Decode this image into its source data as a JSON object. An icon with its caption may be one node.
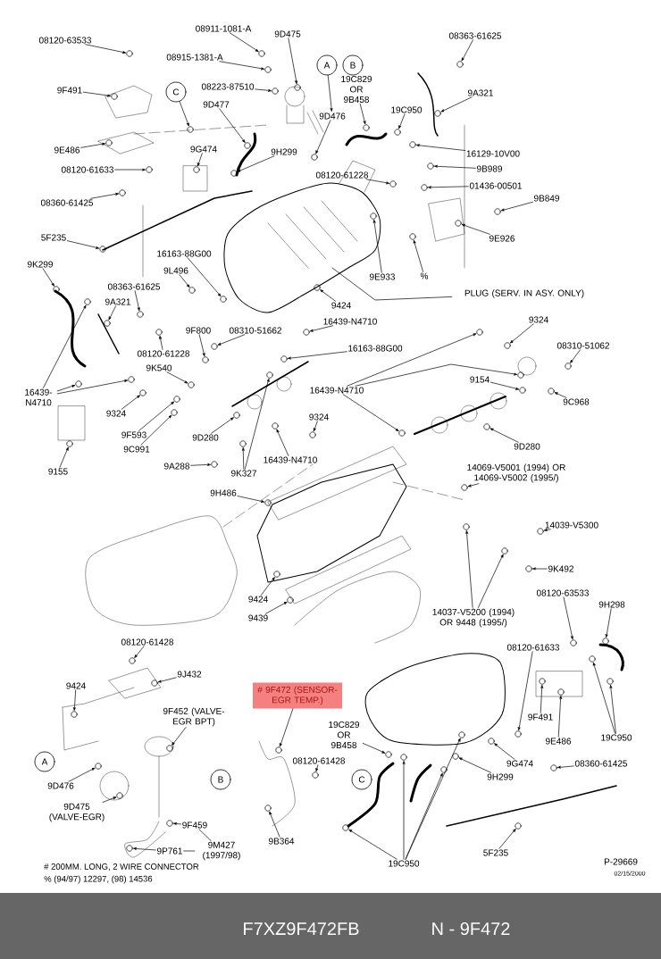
{
  "diagram": {
    "nodes": [
      {
        "text": [
          "08120-63533"
        ]
      },
      {
        "text": [
          "08911-1081-A"
        ]
      },
      {
        "text": [
          "9D475"
        ]
      },
      {
        "text": [
          "08915-1381-A"
        ]
      },
      {
        "text": [
          "08223-87510"
        ]
      },
      {
        "text": [
          "A"
        ]
      },
      {
        "text": [
          "B"
        ]
      },
      {
        "text": [
          "08363-61625"
        ]
      },
      {
        "text": [
          "9F491"
        ]
      },
      {
        "text": [
          "C"
        ]
      },
      {
        "text": [
          "9D477"
        ]
      },
      {
        "text": [
          "19C829 OR 9B458"
        ]
      },
      {
        "text": [
          "9A321"
        ]
      },
      {
        "text": [
          "9D476"
        ]
      },
      {
        "text": [
          "19C950"
        ]
      },
      {
        "text": [
          "9E486"
        ]
      },
      {
        "text": [
          "9G474"
        ]
      },
      {
        "text": [
          "9H299"
        ]
      },
      {
        "text": [
          "16129-10V00"
        ]
      },
      {
        "text": [
          "08120-61633"
        ]
      },
      {
        "text": [
          "9B989"
        ]
      },
      {
        "text": [
          "08120-61228"
        ]
      },
      {
        "text": [
          "01436-00501"
        ]
      },
      {
        "text": [
          "9B849"
        ]
      },
      {
        "text": [
          "08360-61425"
        ]
      },
      {
        "text": [
          "9E926"
        ]
      },
      {
        "text": [
          "5F235"
        ]
      },
      {
        "text": [
          "16163-88G00"
        ]
      },
      {
        "text": [
          "9K299"
        ]
      },
      {
        "text": [
          "9L496"
        ]
      },
      {
        "text": [
          "9E933"
        ]
      },
      {
        "text": [
          "%"
        ]
      },
      {
        "text": [
          "08363-61625"
        ]
      },
      {
        "text": [
          "PLUG (SERV. IN ASY. ONLY)"
        ]
      },
      {
        "text": [
          "9424"
        ]
      },
      {
        "text": [
          "9A321"
        ]
      },
      {
        "text": [
          "16439-N4710"
        ]
      },
      {
        "text": [
          "9324"
        ]
      },
      {
        "text": [
          "9F800"
        ]
      },
      {
        "text": [
          "08310-51662"
        ]
      },
      {
        "text": [
          "08310-51062"
        ]
      },
      {
        "text": [
          "16163-88G00"
        ]
      },
      {
        "text": [
          "08120-61228"
        ]
      },
      {
        "text": [
          "9K540"
        ]
      },
      {
        "text": [
          "9154"
        ]
      },
      {
        "text": [
          "16439- N4710"
        ]
      },
      {
        "text": [
          "16439-N4710"
        ]
      },
      {
        "text": [
          "9C968"
        ]
      },
      {
        "text": [
          "9324"
        ]
      },
      {
        "text": [
          "9324"
        ]
      },
      {
        "text": [
          "9F593"
        ]
      },
      {
        "text": [
          "9D280"
        ]
      },
      {
        "text": [
          "9D280"
        ]
      },
      {
        "text": [
          "9C991"
        ]
      },
      {
        "text": [
          "16439-N4710"
        ]
      },
      {
        "text": [
          "9A288"
        ]
      },
      {
        "text": [
          "9155"
        ]
      },
      {
        "text": [
          "9K327"
        ]
      },
      {
        "text": [
          "14069-V5001 (1994) OR 14069-V5002 (1995/)"
        ]
      },
      {
        "text": [
          "9H486"
        ]
      },
      {
        "text": [
          "14039-V5300"
        ]
      },
      {
        "text": [
          "9K492"
        ]
      },
      {
        "text": [
          "08120-63533"
        ]
      },
      {
        "text": [
          "9424"
        ]
      },
      {
        "text": [
          "9H298"
        ]
      },
      {
        "text": [
          "14037-V5200 (1994) OR 9448 (1995/)"
        ]
      },
      {
        "text": [
          "9439"
        ]
      },
      {
        "text": [
          "08120-61428"
        ]
      },
      {
        "text": [
          "08120-61633"
        ]
      },
      {
        "text": [
          "9J432"
        ]
      },
      {
        "text": [
          "9424"
        ]
      },
      {
        "text": [
          "# 9F472 (SENSOR-EGR TEMP.)"
        ]
      },
      {
        "text": [
          "9F452 (VALVE-EGR BPT)"
        ]
      },
      {
        "text": [
          "9F491"
        ]
      },
      {
        "text": [
          "19C950"
        ]
      },
      {
        "text": [
          "19C829 OR 9B458"
        ]
      },
      {
        "text": [
          "9E486"
        ]
      },
      {
        "text": [
          "A"
        ]
      },
      {
        "text": [
          "08120-61428"
        ]
      },
      {
        "text": [
          "08360-61425"
        ]
      },
      {
        "text": [
          "9G474"
        ]
      },
      {
        "text": [
          "9H299"
        ]
      },
      {
        "text": [
          "B"
        ]
      },
      {
        "text": [
          "C"
        ]
      },
      {
        "text": [
          "9D476"
        ]
      },
      {
        "text": [
          "9D475 (VALVE-EGR)"
        ]
      },
      {
        "text": [
          "9F459"
        ]
      },
      {
        "text": [
          "9B364"
        ]
      },
      {
        "text": [
          "9P761"
        ]
      },
      {
        "text": [
          "9M427 (1997/98)"
        ]
      },
      {
        "text": [
          "5F235"
        ]
      },
      {
        "text": [
          "19C950"
        ]
      },
      {
        "text": [],
        "shape": "circle"
      },
      {
        "text": [],
        "shape": "circle"
      },
      {
        "text": [],
        "shape": "circle"
      },
      {
        "text": [],
        "shape": "circle"
      },
      {
        "text": [],
        "shape": "circle"
      },
      {
        "text": [],
        "shape": "circle"
      },
      {
        "text": [],
        "shape": "circle"
      },
      {
        "text": [],
        "shape": "circle"
      },
      {
        "text": [],
        "shape": "circle"
      },
      {
        "text": [],
        "shape": "circle"
      },
      {
        "text": [],
        "shape": "circle"
      },
      {
        "text": [],
        "shape": "circle"
      },
      {
        "text": [],
        "shape": "circle"
      },
      {
        "text": [],
        "shape": "circle"
      },
      {
        "text": [],
        "shape": "circle"
      },
      {
        "text": [],
        "shape": "circle"
      },
      {
        "text": [],
        "shape": "circle"
      },
      {
        "text": [],
        "shape": "circle"
      },
      {
        "text": [],
        "shape": "circle"
      },
      {
        "text": [],
        "shape": "circle"
      },
      {
        "text": [],
        "shape": "circle"
      },
      {
        "text": [],
        "shape": "circle"
      },
      {
        "text": [],
        "shape": "circle"
      },
      {
        "text": [],
        "shape": "circle"
      },
      {
        "text": [],
        "shape": "circle"
      },
      {
        "text": [],
        "shape": "circle"
      },
      {
        "text": [],
        "shape": "circle"
      },
      {
        "text": [],
        "shape": "circle"
      },
      {
        "text": [],
        "shape": "circle"
      },
      {
        "text": [],
        "shape": "circle"
      },
      {
        "text": [],
        "shape": "circle"
      },
      {
        "text": [],
        "shape": "circle"
      },
      {
        "text": [],
        "shape": "circle"
      },
      {
        "text": [],
        "shape": "circle"
      },
      {
        "text": [],
        "shape": "circle"
      },
      {
        "text": [],
        "shape": "circle"
      },
      {
        "text": [],
        "shape": "circle"
      },
      {
        "text": [],
        "shape": "circle"
      },
      {
        "text": [],
        "shape": "circle"
      },
      {
        "text": [],
        "shape": "circle"
      },
      {
        "text": [],
        "shape": "circle"
      },
      {
        "text": [],
        "shape": "circle"
      },
      {
        "text": [],
        "shape": "circle"
      },
      {
        "text": [],
        "shape": "circle"
      },
      {
        "text": [],
        "shape": "circle"
      },
      {
        "text": [],
        "shape": "circle"
      },
      {
        "text": [],
        "shape": "circle"
      },
      {
        "text": [],
        "shape": "circle"
      },
      {
        "text": [],
        "shape": "circle"
      },
      {
        "text": [],
        "shape": "circle"
      },
      {
        "text": [],
        "shape": "circle"
      },
      {
        "text": [],
        "shape": "circle"
      },
      {
        "text": [],
        "shape": "circle"
      },
      {
        "text": [],
        "shape": "circle"
      },
      {
        "text": [],
        "shape": "circle"
      },
      {
        "text": [],
        "shape": "circle"
      },
      {
        "text": [],
        "shape": "circle"
      },
      {
        "text": [],
        "shape": "circle"
      },
      {
        "text": [],
        "shape": "circle"
      },
      {
        "text": [],
        "shape": "circle"
      },
      {
        "text": [],
        "shape": "circle"
      },
      {
        "text": [],
        "shape": "circle"
      },
      {
        "text": [],
        "shape": "circle"
      },
      {
        "text": [],
        "shape": "circle"
      },
      {
        "text": [],
        "shape": "circle"
      },
      {
        "text": [],
        "shape": "circle"
      },
      {
        "text": [],
        "shape": "circle"
      },
      {
        "text": [],
        "shape": "circle"
      },
      {
        "text": [],
        "shape": "circle"
      },
      {
        "text": [],
        "shape": "circle"
      },
      {
        "text": [],
        "shape": "circle"
      },
      {
        "text": [],
        "shape": "circle"
      },
      {
        "text": [],
        "shape": "circle"
      },
      {
        "text": [],
        "shape": "circle"
      },
      {
        "text": [],
        "shape": "circle"
      },
      {
        "text": [],
        "shape": "circle"
      },
      {
        "text": [],
        "shape": "circle"
      },
      {
        "text": [],
        "shape": "circle"
      },
      {
        "text": [],
        "shape": "circle"
      },
      {
        "text": [],
        "shape": "circle"
      },
      {
        "text": [],
        "shape": "circle"
      },
      {
        "text": [],
        "shape": "circle"
      },
      {
        "text": [],
        "shape": "circle"
      },
      {
        "text": [],
        "shape": "circle"
      },
      {
        "text": [],
        "shape": "circle"
      },
      {
        "text": [],
        "shape": "circle"
      },
      {
        "text": [],
        "shape": "circle"
      },
      {
        "text": [],
        "shape": "circle"
      },
      {
        "text": [],
        "shape": "circle"
      },
      {
        "text": [],
        "shape": "circle"
      },
      {
        "text": [],
        "shape": "circle"
      },
      {
        "text": [],
        "shape": "circle"
      },
      {
        "text": [],
        "shape": "circle"
      },
      {
        "text": [],
        "shape": "circle"
      },
      {
        "text": [],
        "shape": "circle"
      }
    ],
    "edges": [
      {
        "from": 0,
        "to": 92,
        "arrow": "to"
      },
      {
        "from": 1,
        "to": 93,
        "arrow": "to"
      },
      {
        "from": 2,
        "to": 94,
        "arrow": "to"
      },
      {
        "from": 3,
        "to": 95,
        "arrow": "to"
      },
      {
        "from": 4,
        "to": 96,
        "arrow": "to"
      },
      {
        "from": 5,
        "to": 13,
        "arrow": "to"
      },
      {
        "from": 7,
        "to": 97,
        "arrow": "to"
      },
      {
        "from": 8,
        "to": 98,
        "arrow": "to"
      },
      {
        "from": 9,
        "to": 99,
        "arrow": "to"
      },
      {
        "from": 10,
        "to": 100,
        "arrow": "to"
      },
      {
        "from": 11,
        "to": 101,
        "arrow": "to"
      },
      {
        "from": 12,
        "to": 102,
        "arrow": "to"
      },
      {
        "from": 13,
        "to": 103,
        "arrow": "to"
      },
      {
        "from": 14,
        "to": 104,
        "arrow": "to"
      },
      {
        "from": 15,
        "to": 105,
        "arrow": "to"
      },
      {
        "from": 16,
        "to": 106,
        "arrow": "to"
      },
      {
        "from": 17,
        "to": 107,
        "arrow": "to"
      },
      {
        "from": 18,
        "to": 108,
        "arrow": "to"
      },
      {
        "from": 19,
        "to": 109,
        "arrow": "to"
      },
      {
        "from": 20,
        "to": 110,
        "arrow": "to"
      },
      {
        "from": 21,
        "to": 111,
        "arrow": "to"
      },
      {
        "from": 22,
        "to": 112,
        "arrow": "to"
      },
      {
        "from": 23,
        "to": 113,
        "arrow": "to"
      },
      {
        "from": 24,
        "to": 114,
        "arrow": "to"
      },
      {
        "from": 25,
        "to": 115,
        "arrow": "to"
      },
      {
        "from": 26,
        "to": 116,
        "arrow": "to"
      },
      {
        "from": 27,
        "to": 117,
        "arrow": "to"
      },
      {
        "from": 28,
        "to": 118,
        "arrow": "to"
      },
      {
        "from": 29,
        "to": 119,
        "arrow": "to"
      },
      {
        "from": 30,
        "to": 120,
        "arrow": "to"
      },
      {
        "from": 31,
        "to": 121,
        "arrow": "to"
      },
      {
        "from": 32,
        "to": 122,
        "arrow": "to"
      },
      {
        "from": 33,
        "to": null,
        "arrow": "none"
      },
      {
        "from": 34,
        "to": 123,
        "arrow": "to"
      },
      {
        "from": 35,
        "to": 124,
        "arrow": "to"
      },
      {
        "from": 36,
        "to": 125,
        "arrow": "to"
      },
      {
        "from": 37,
        "to": 126,
        "arrow": "to"
      },
      {
        "from": 38,
        "to": 127,
        "arrow": "to"
      },
      {
        "from": 39,
        "to": 128,
        "arrow": "to"
      },
      {
        "from": 40,
        "to": 129,
        "arrow": "to"
      },
      {
        "from": 41,
        "to": 130,
        "arrow": "to"
      },
      {
        "from": 42,
        "to": 131,
        "arrow": "to"
      },
      {
        "from": 43,
        "to": 132,
        "arrow": "to"
      },
      {
        "from": 44,
        "to": 133,
        "arrow": "to"
      },
      {
        "from": 45,
        "to": 134,
        "arrow": "to"
      },
      {
        "from": 45,
        "to": 135,
        "arrow": "to"
      },
      {
        "from": 45,
        "to": 136,
        "arrow": "to"
      },
      {
        "from": 46,
        "to": 137,
        "arrow": "to"
      },
      {
        "from": 46,
        "to": 138,
        "arrow": "to"
      },
      {
        "from": 46,
        "to": 139,
        "arrow": "to"
      },
      {
        "from": 47,
        "to": 140,
        "arrow": "to"
      },
      {
        "from": 48,
        "to": 141,
        "arrow": "to"
      },
      {
        "from": 49,
        "to": 142,
        "arrow": "to"
      },
      {
        "from": 50,
        "to": 143,
        "arrow": "to"
      },
      {
        "from": 51,
        "to": 144,
        "arrow": "to"
      },
      {
        "from": 52,
        "to": 145,
        "arrow": "to"
      },
      {
        "from": 53,
        "to": 146,
        "arrow": "to"
      },
      {
        "from": 54,
        "to": 147,
        "arrow": "to"
      },
      {
        "from": 55,
        "to": 148,
        "arrow": "to"
      },
      {
        "from": 56,
        "to": 149,
        "arrow": "to"
      },
      {
        "from": 57,
        "to": 150,
        "arrow": "to"
      },
      {
        "from": 57,
        "to": 151,
        "arrow": "to"
      },
      {
        "from": 58,
        "to": 152,
        "arrow": "to"
      },
      {
        "from": 59,
        "to": 153,
        "arrow": "to"
      },
      {
        "from": 60,
        "to": 154,
        "arrow": "to"
      },
      {
        "from": 61,
        "to": 155,
        "arrow": "to"
      },
      {
        "from": 62,
        "to": 156,
        "arrow": "to"
      },
      {
        "from": 63,
        "to": 157,
        "arrow": "to"
      },
      {
        "from": 64,
        "to": 158,
        "arrow": "to"
      },
      {
        "from": 65,
        "to": 159,
        "arrow": "to"
      },
      {
        "from": 65,
        "to": 160,
        "arrow": "to"
      },
      {
        "from": 66,
        "to": 161,
        "arrow": "to"
      },
      {
        "from": 67,
        "to": 162,
        "arrow": "to"
      },
      {
        "from": 68,
        "to": 163,
        "arrow": "to"
      },
      {
        "from": 69,
        "to": 164,
        "arrow": "to"
      },
      {
        "from": 70,
        "to": 165,
        "arrow": "to"
      },
      {
        "from": 71,
        "to": 166,
        "arrow": "to"
      },
      {
        "from": 72,
        "to": 167,
        "arrow": "to"
      },
      {
        "from": 73,
        "to": 168,
        "arrow": "to"
      },
      {
        "from": 74,
        "to": 169,
        "arrow": "to"
      },
      {
        "from": 74,
        "to": 170,
        "arrow": "to"
      },
      {
        "from": 75,
        "to": 171,
        "arrow": "to"
      },
      {
        "from": 76,
        "to": 172,
        "arrow": "to"
      },
      {
        "from": 78,
        "to": 173,
        "arrow": "to"
      },
      {
        "from": 79,
        "to": 174,
        "arrow": "to"
      },
      {
        "from": 80,
        "to": 175,
        "arrow": "to"
      },
      {
        "from": 81,
        "to": 176,
        "arrow": "to"
      },
      {
        "from": 84,
        "to": 177,
        "arrow": "to"
      },
      {
        "from": 85,
        "to": 178,
        "arrow": "to"
      },
      {
        "from": 86,
        "to": 179,
        "arrow": "to"
      },
      {
        "from": 87,
        "to": 180,
        "arrow": "to"
      },
      {
        "from": 88,
        "to": 181,
        "arrow": "to"
      },
      {
        "from": 89,
        "to": 86,
        "arrow": "none"
      },
      {
        "from": 89,
        "to": 88,
        "arrow": "none"
      },
      {
        "from": 90,
        "to": 182,
        "arrow": "to"
      },
      {
        "from": 91,
        "to": 183,
        "arrow": "to"
      },
      {
        "from": 91,
        "to": 184,
        "arrow": "to"
      },
      {
        "from": 91,
        "to": 185,
        "arrow": "to"
      },
      {
        "from": 91,
        "to": 186,
        "arrow": "to"
      }
    ],
    "labels": [
      "# 200MM. LONG, 2 WIRE CONNECTOR",
      "% (94/97) 12297, (98) 14536",
      "P-29669",
      "02/15/2000",
      "F7XZ9F472FB",
      "N - 9F472"
    ]
  }
}
